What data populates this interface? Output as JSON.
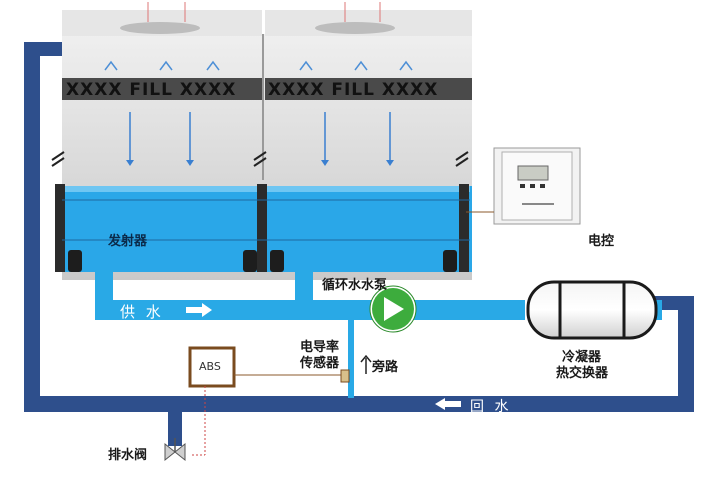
{
  "fill_label_left": "XXXX FILL XXXX",
  "fill_label_right": "XXXX FILL XXXX",
  "labels": {
    "emitter": "发射器",
    "circulation_pump": "循环水水泵",
    "supply_water": "供 水",
    "return_water": "回 水",
    "electric_control": "电控",
    "conductivity_sensor_line1": "电导率",
    "conductivity_sensor_line2": "传感器",
    "bypass": "旁路",
    "condenser_line1": "冷凝器",
    "condenser_line2": "热交换器",
    "drain_valve": "排水阀",
    "abs": "ABS"
  },
  "colors": {
    "pipe_dark": "#2e4f8c",
    "pipe_light": "#29a9e6",
    "basin_water": "#2aa7e8",
    "tower_body": "#d6d6d6",
    "pump": "#3dac3d",
    "sensor_line": "#8b5a2b"
  }
}
